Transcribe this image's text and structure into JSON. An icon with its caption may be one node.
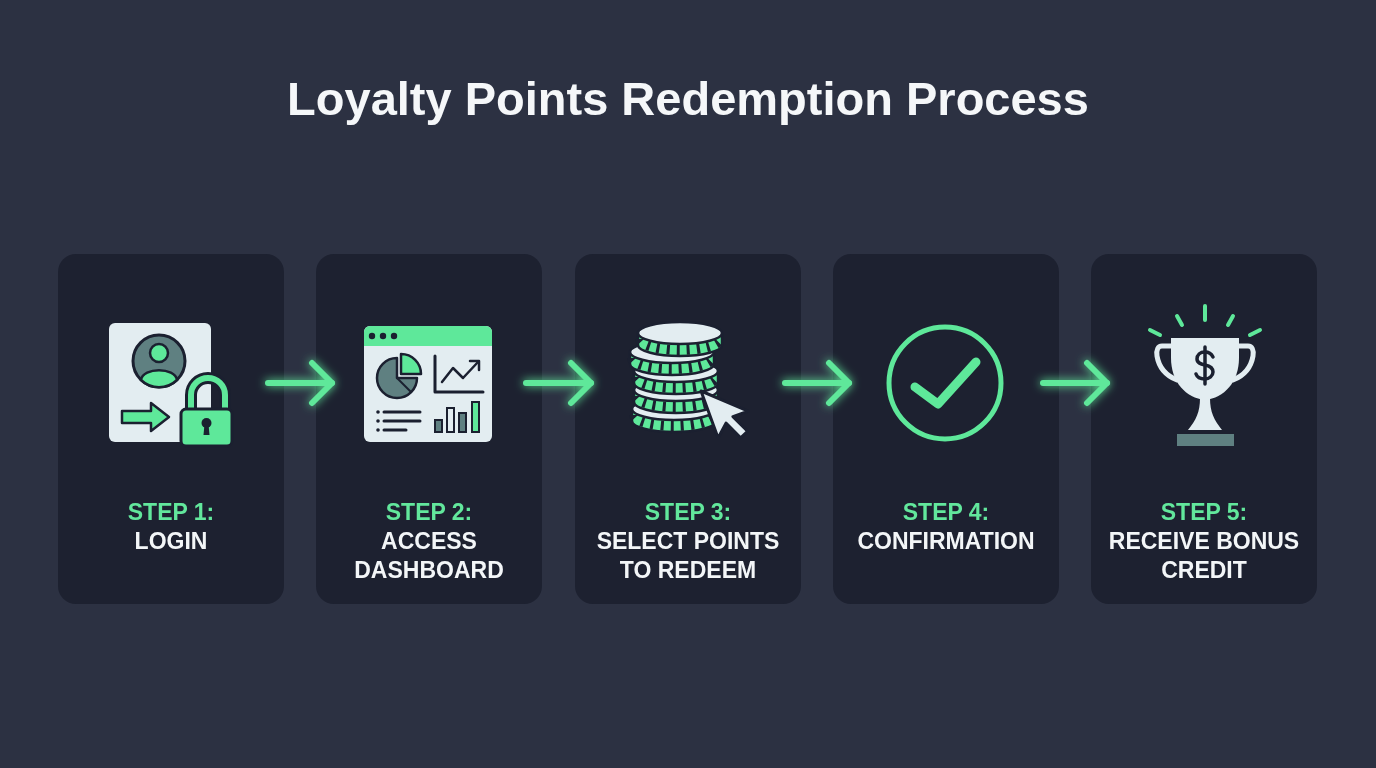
{
  "diagram": {
    "title": "Loyalty Points Redemption Process",
    "nodes": [
      {
        "text": [
          "STEP 1:",
          "LOGIN"
        ]
      },
      {
        "text": [
          "STEP 2:",
          "ACCESS DASHBOARD"
        ]
      },
      {
        "text": [
          "STEP 3:",
          "SELECT POINTS TO REDEEM"
        ]
      },
      {
        "text": [
          "STEP 4:",
          "CONFIRMATION"
        ]
      },
      {
        "text": [
          "STEP 5:",
          "RECEIVE BONUS CREDIT"
        ]
      }
    ],
    "edges": [
      {
        "from": 0,
        "to": 1,
        "arrow": "to"
      },
      {
        "from": 1,
        "to": 2,
        "arrow": "to"
      },
      {
        "from": 2,
        "to": 3,
        "arrow": "to"
      },
      {
        "from": 3,
        "to": 4,
        "arrow": "to"
      }
    ]
  }
}
